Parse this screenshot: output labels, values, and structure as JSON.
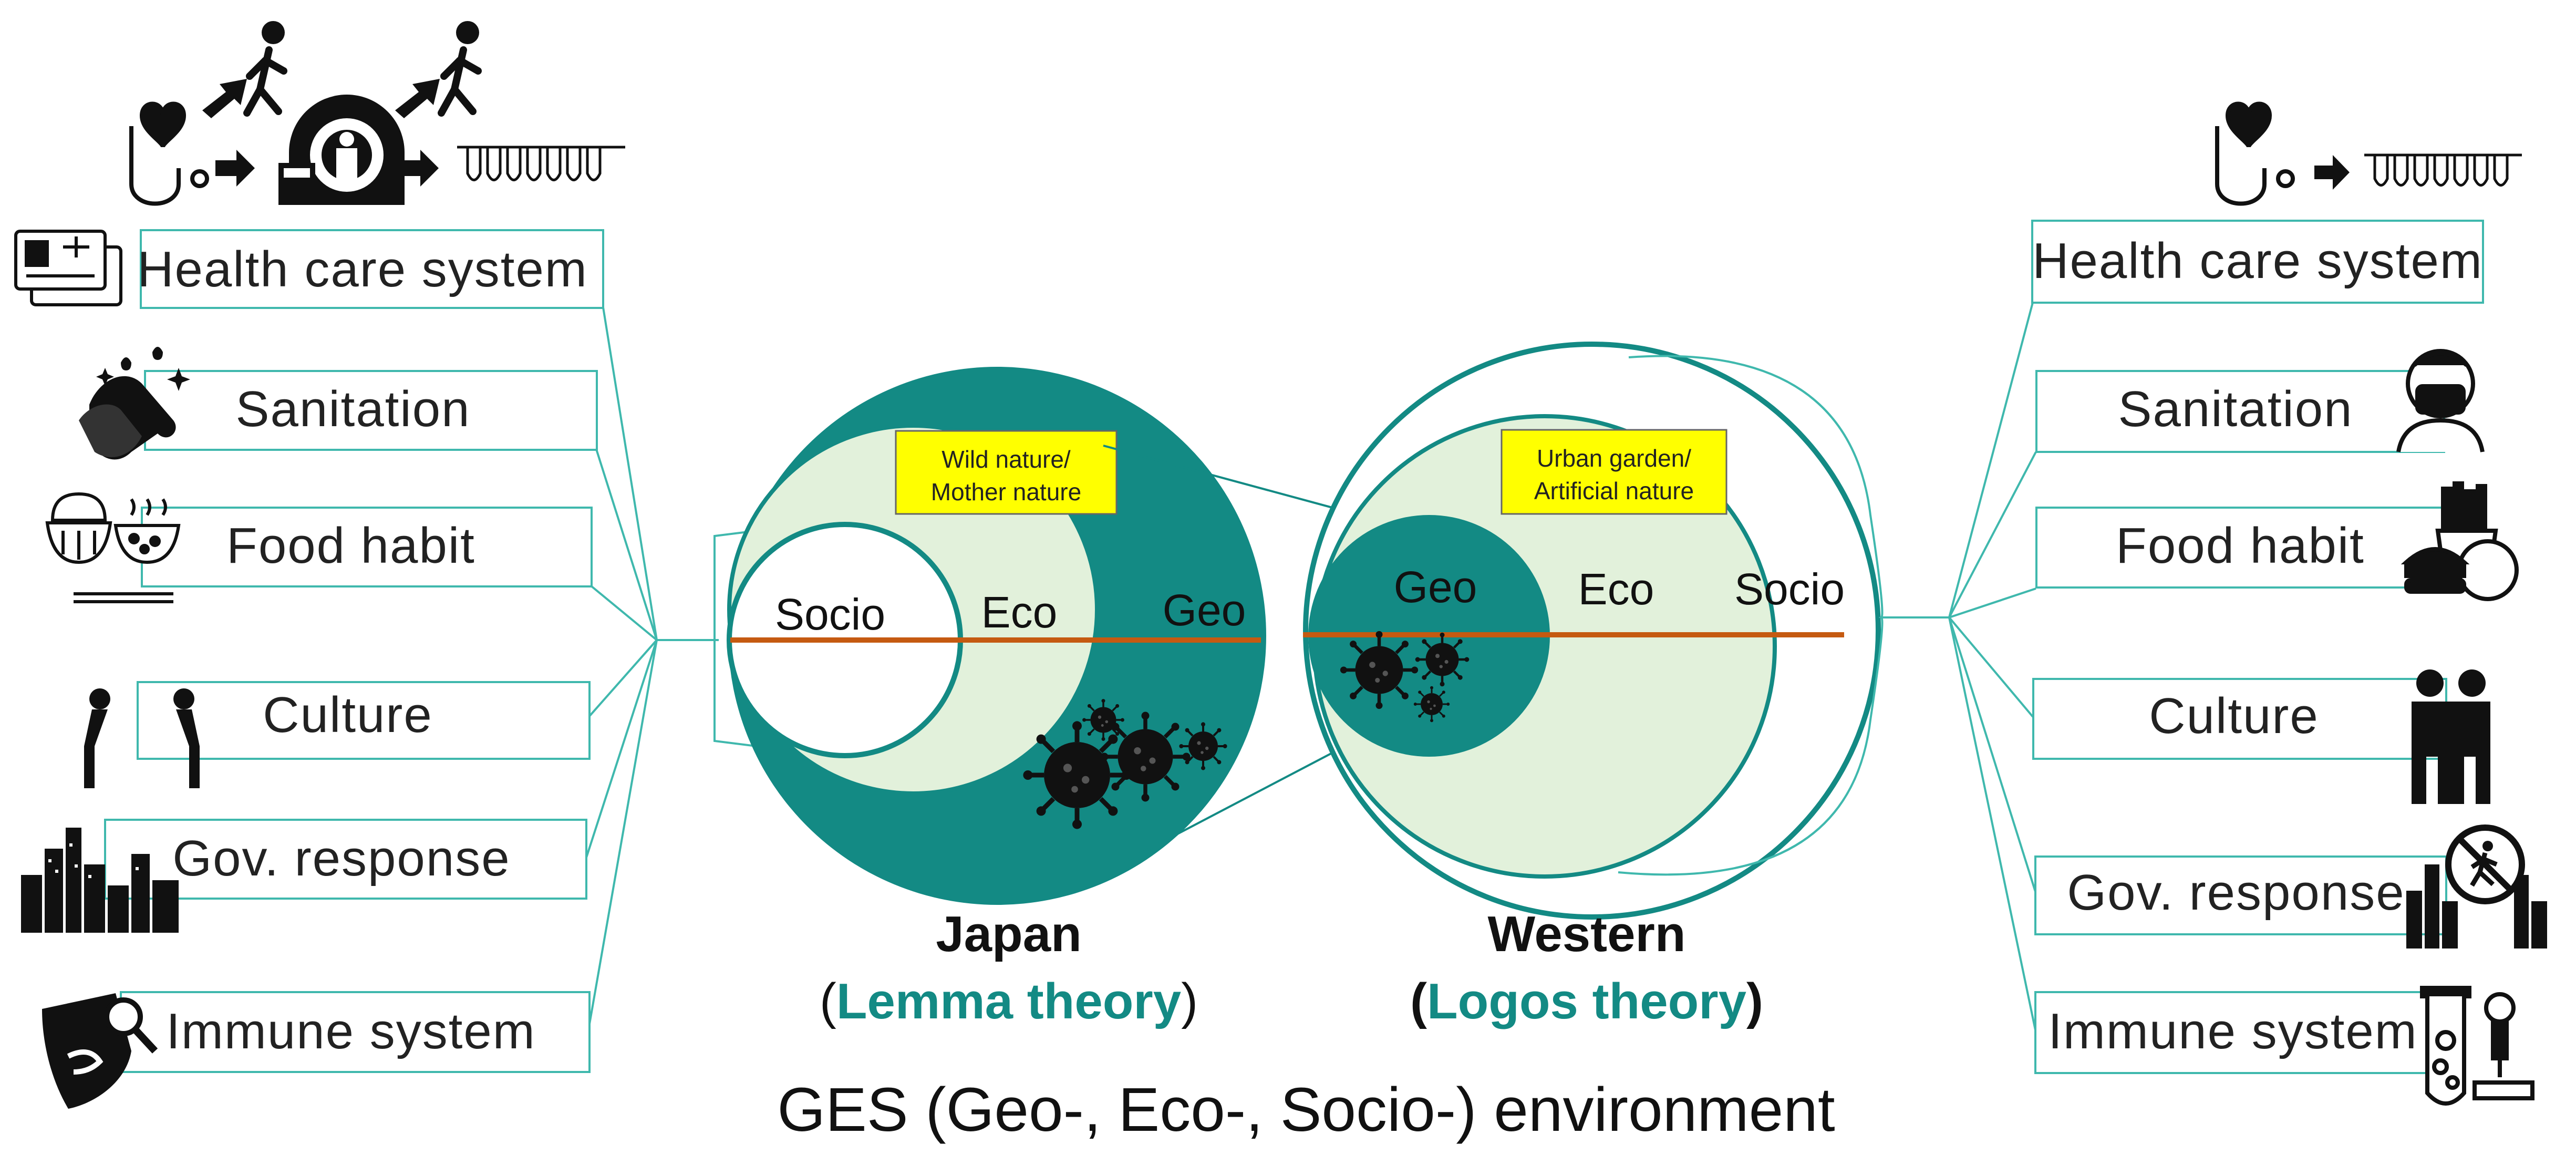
{
  "left_panel": {
    "labels": [
      "Health care system",
      "Sanitation",
      "Food habit",
      "Culture",
      "Gov. response",
      "Immune system"
    ]
  },
  "right_panel": {
    "labels": [
      "Health care system",
      "Sanitation",
      "Food habit",
      "Culture",
      "Gov. response",
      "Immune system"
    ]
  },
  "japan": {
    "note_line1": "Wild nature/",
    "note_line2": "Mother nature",
    "socio": "Socio",
    "eco": "Eco",
    "geo": "Geo",
    "title": "Japan",
    "theory_open": "(",
    "theory": "Lemma theory",
    "theory_close": ")"
  },
  "western": {
    "note_line1": "Urban garden/",
    "note_line2": "Artificial nature",
    "geo": "Geo",
    "eco": "Eco",
    "socio": "Socio",
    "title": "Western",
    "theory_open": "(",
    "theory": "Logos theory",
    "theory_close": ")"
  },
  "caption": "GES (Geo-, Eco-, Socio-) environment",
  "colors": {
    "teal": "#138a84",
    "light_green": "#e2f1db",
    "note_yellow": "#ffff00",
    "axis_orange": "#c55a11",
    "outline_teal": "#3fb8ad"
  }
}
